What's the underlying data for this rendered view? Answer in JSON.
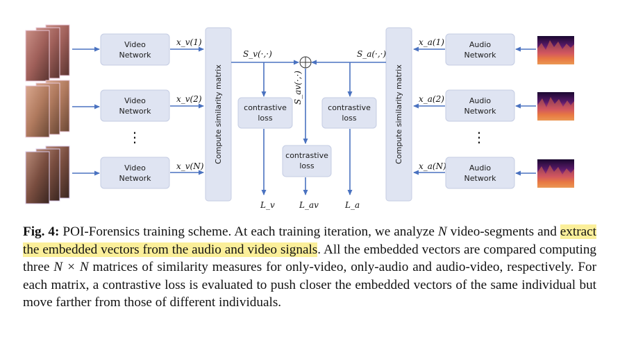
{
  "diagram": {
    "video_network_label": [
      "Video",
      "Network"
    ],
    "audio_network_label": [
      "Audio",
      "Network"
    ],
    "compute_similarity_label": "Compute similarity matrix",
    "contrastive_loss_label": [
      "contrastive",
      "loss"
    ],
    "video_embeddings": [
      "x_v(1)",
      "x_v(2)",
      "x_v(N)"
    ],
    "audio_embeddings": [
      "x_a(1)",
      "x_a(2)",
      "x_a(N)"
    ],
    "similarity_video": "S_v(·,·)",
    "similarity_audio": "S_a(·,·)",
    "similarity_audio_video": "S_av(·,·)",
    "losses": {
      "video": "L_v",
      "audio_video": "L_av",
      "audio": "L_a"
    },
    "ellipsis": "⋮",
    "colors": {
      "box_fill": "#dfe4f2",
      "box_stroke": "#c5cde3",
      "arrow": "#4a72c0"
    },
    "icons": [
      "face-frames-icon",
      "spectrogram-icon",
      "sum-node-icon"
    ]
  },
  "caption": {
    "label": "Fig. 4:",
    "text_1": " POI-Forensics training scheme. At each training iteration, we analyze ",
    "var_n": "N",
    "text_2": " video-segments and ",
    "highlight": "extract the embedded vectors from the audio and video signals",
    "text_3": ". All the embedded vectors are compared computing three ",
    "matrix_size": "N × N",
    "text_4": " matrices of similarity measures for only-video, only-audio and audio-video, respectively. For each matrix, a contrastive loss is evaluated to push closer the embedded vectors of the same individual but move farther from those of different individuals."
  }
}
